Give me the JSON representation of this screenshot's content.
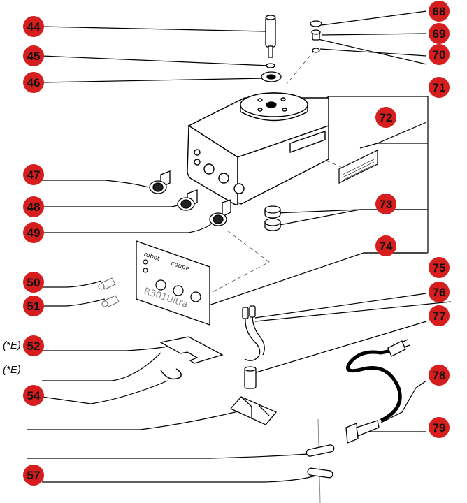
{
  "callouts": {
    "left": [
      "44",
      "45",
      "46",
      "47",
      "48",
      "49",
      "50",
      "51",
      "52",
      "54",
      "57"
    ],
    "right": [
      "68",
      "69",
      "70",
      "71",
      "72",
      "73",
      "74",
      "75",
      "76",
      "77",
      "78",
      "79"
    ]
  },
  "annotations": [
    "(*E)",
    "(*E)"
  ],
  "panel": {
    "brand_left": "robot",
    "brand_right": "coupe",
    "model": "R301Ultra"
  },
  "colors": {
    "badge_fill": "#d61e1e",
    "line": "#000000"
  }
}
